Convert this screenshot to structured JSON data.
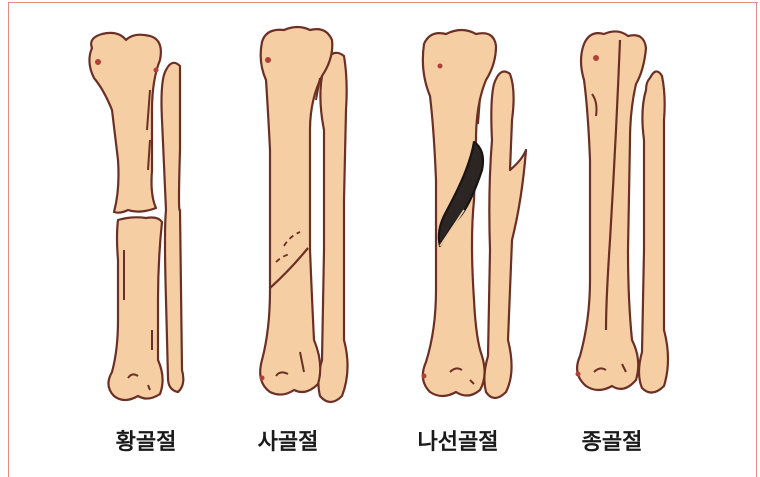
{
  "labels": {
    "transverse": "황골절",
    "oblique": "사골절",
    "spiral": "나선골절",
    "longitudinal": "종골절"
  },
  "colors": {
    "bone": "#f5cfa3",
    "outline": "#6b2f25",
    "dark_fragment": "#2b2523",
    "frame": "#e58a86"
  }
}
